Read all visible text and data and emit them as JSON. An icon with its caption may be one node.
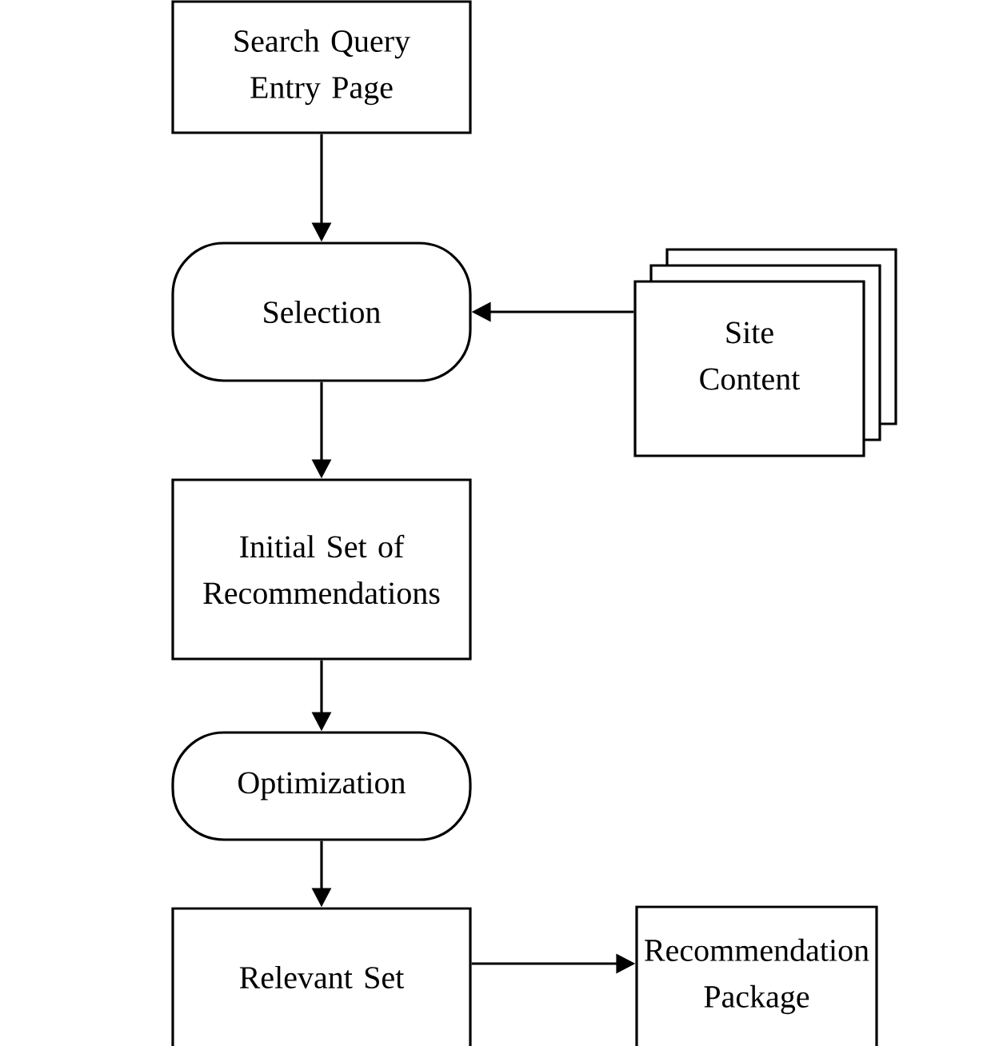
{
  "diagram": {
    "nodes": [
      {
        "text": [
          "Search Query Entry Page"
        ]
      },
      {
        "text": [
          "Selection"
        ]
      },
      {
        "text": [
          "Site Content"
        ]
      },
      {
        "text": [
          "Initial Set of Recommendations"
        ]
      },
      {
        "text": [
          "Optimization"
        ]
      },
      {
        "text": [
          "Relevant Set"
        ]
      },
      {
        "text": [
          "Recommendation Package"
        ]
      }
    ],
    "edges": [
      {
        "from": 0,
        "to": 1,
        "arrow": "to"
      },
      {
        "from": 2,
        "to": 1,
        "arrow": "to"
      },
      {
        "from": 1,
        "to": 3,
        "arrow": "to"
      },
      {
        "from": 3,
        "to": 4,
        "arrow": "to"
      },
      {
        "from": 4,
        "to": 5,
        "arrow": "to"
      },
      {
        "from": 5,
        "to": 6,
        "arrow": "to"
      }
    ]
  }
}
